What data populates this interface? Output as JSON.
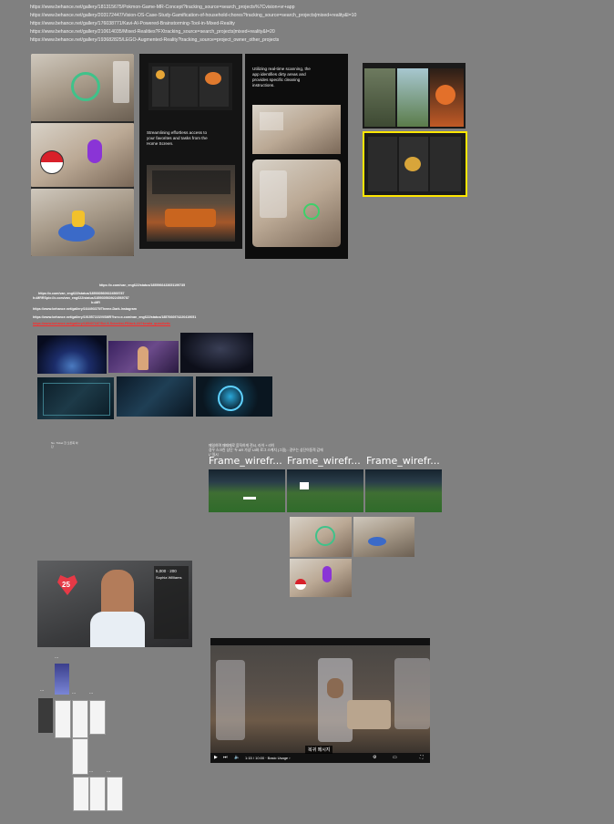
{
  "links": [
    "https://www.behance.net/gallery/181315675/Pokmon-Game-MR-Concept?tracking_source=search_projects%7Cvision+vr+app",
    "https://www.behance.net/gallery/203172447/Vision-OS-Case-Study-Gamification-of-household-chores?tracking_source=search_projects|mixed+reality&l=10",
    "https://www.behance.net/gallery/176038771/Kavi-AI-Powered-Brainstorming-Tool-in-Mixed-Reality",
    "https://www.behance.net/gallery/210614035/Mixed-Realities?FXtracking_source=search_projects|mixed+reality&l=20",
    "https://www.behance.net/gallery/193682825/LEGO-Augmented-Reality?tracking_source=project_owner_other_projects"
  ],
  "links2": [
    "https://x.com/van_eng622/status/1855966433651199735",
    "https://x.com/van_eng622/status/1859305609224569787",
    "h=MRRSpix://x.com/van_eng622/status/1859305609224569787",
    "h=MR",
    "https://www.behance.net/gallery/164493375/Theme-Dark-Instagram",
    "https://www.behance.net/gallery/191557223/ViSMR?lsrc=x.com/van_eng622/status/1857066974220419051",
    "https://www.behance.net/gallery/185407187/Sci-fi-Scientist-FBlack-UI/?kerala_quasthetic"
  ],
  "panel_texts": {
    "ar_scan_title": "Utilizing real-time scanning, the app identifies dirty areas and provides specific cleaning instructions.",
    "home_title": "Streamlining effortless access to your favorites and tasks from the Home Screen."
  },
  "korean_note": {
    "line1": "매일하며 때때때로 움직하게 전시, 라이 + 라이",
    "line2": "경우 스크린 상단 '두 AR 가상' UI와 로그 스케치 (그림) : 경우는 상단이동적 감에",
    "line3": "Lᴵ 일시"
  },
  "wireframes": [
    "Frame_wirefr...",
    "Frame_wirefr...",
    "Frame_wirefr..."
  ],
  "tiny_label": "No. Ticket 한 오른쪽 하단",
  "profile_card": {
    "heart_value": "25",
    "stat": "5,000 · 200",
    "name": "Sophia Williams"
  },
  "artboard_labels": [
    "...",
    "...",
    "...",
    "...",
    "...",
    "..."
  ],
  "video": {
    "caption": "복귀 메시지",
    "time": "1:15 / 10:00 · Basic Usage  ›"
  },
  "colors": {
    "canvas": "#808080",
    "highlight_border": "#ffe600"
  }
}
